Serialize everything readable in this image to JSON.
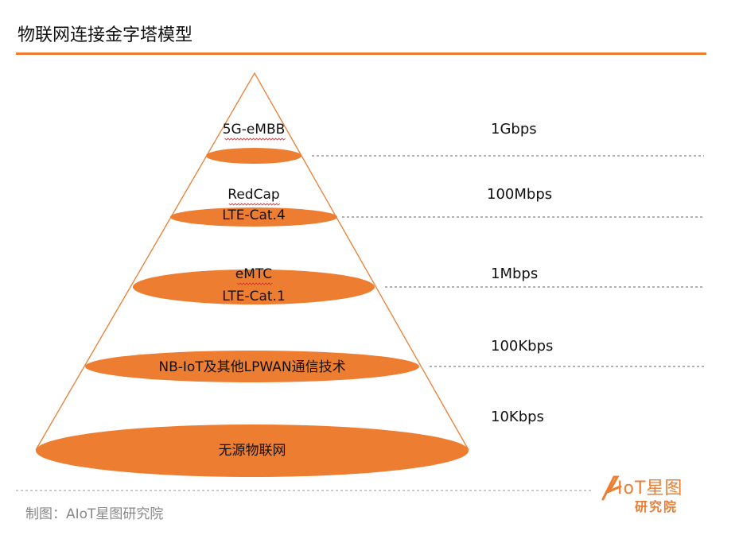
{
  "title": "物联网连接金字塔模型",
  "colors": {
    "accent": "#ED7D31",
    "line": "#000000",
    "muted": "#888888"
  },
  "tiers": [
    {
      "label_lines": [
        "5G-eMBB"
      ],
      "speed": "1Gbps"
    },
    {
      "label_lines": [
        "RedCap",
        "LTE-Cat.4"
      ],
      "speed": "100Mbps"
    },
    {
      "label_lines": [
        "eMTC",
        "LTE-Cat.1"
      ],
      "speed": "1Mbps"
    },
    {
      "label_lines": [
        "NB-IoT及其他LPWAN通信技术"
      ],
      "speed": "100Kbps"
    },
    {
      "label_lines": [
        "无源物联网"
      ],
      "speed": "10Kbps"
    }
  ],
  "footer": {
    "credit": "制图：AIoT星图研究院"
  },
  "logo": {
    "word": "IoT星图",
    "sub": "研究院"
  }
}
